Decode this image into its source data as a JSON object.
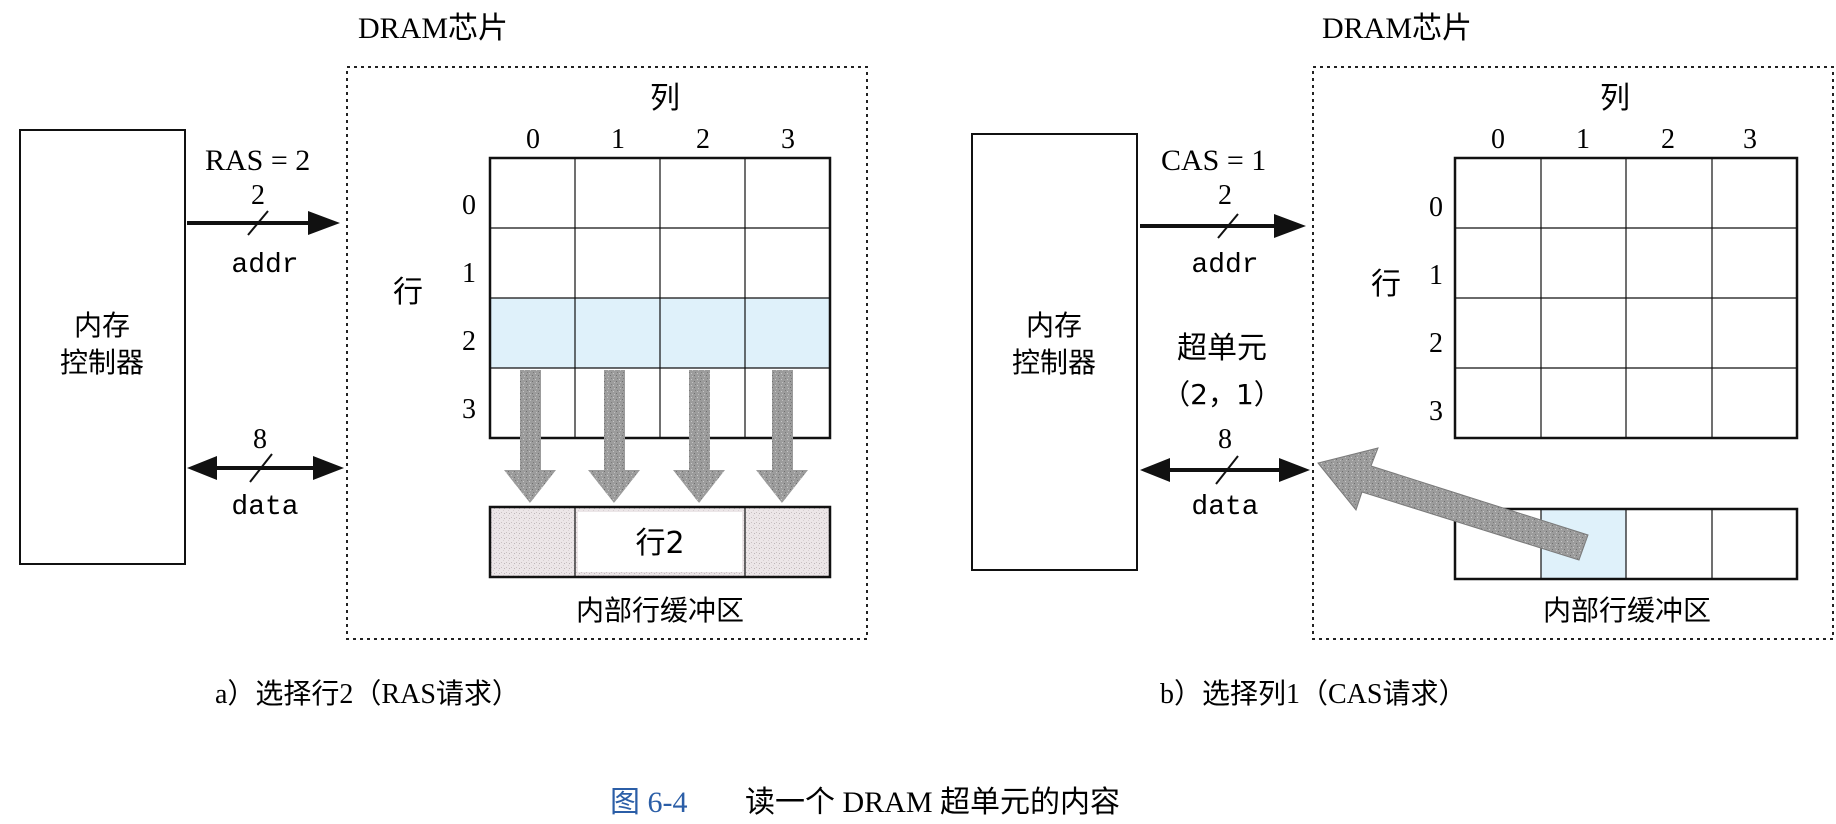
{
  "panel_a": {
    "chip_label": "DRAM芯片",
    "controller_label_line1": "内存",
    "controller_label_line2": "控制器",
    "addr_signal": "RAS = 2",
    "addr_width": "2",
    "addr_name": "addr",
    "data_width": "8",
    "data_name": "data",
    "col_axis_label": "列",
    "row_axis_label": "行",
    "col_indices": [
      "0",
      "1",
      "2",
      "3"
    ],
    "row_indices": [
      "0",
      "1",
      "2",
      "3"
    ],
    "selected_row_index": 2,
    "buffer_content": "行2",
    "buffer_label": "内部行缓冲区",
    "caption": "a）选择行2（RAS请求）"
  },
  "panel_b": {
    "chip_label": "DRAM芯片",
    "controller_label_line1": "内存",
    "controller_label_line2": "控制器",
    "addr_signal": "CAS = 1",
    "addr_width": "2",
    "addr_name": "addr",
    "data_width": "8",
    "data_name": "data",
    "supercell_label_line1": "超单元",
    "supercell_label_line2": "（2，1）",
    "col_axis_label": "列",
    "row_axis_label": "行",
    "col_indices": [
      "0",
      "1",
      "2",
      "3"
    ],
    "row_indices": [
      "0",
      "1",
      "2",
      "3"
    ],
    "selected_col_index": 1,
    "buffer_label": "内部行缓冲区",
    "caption": "b）选择列1（CAS请求）"
  },
  "figure_caption": {
    "number": "图 6-4",
    "title": "读一个 DRAM 超单元的内容"
  },
  "colors": {
    "highlight": "#dff1fa",
    "caption_number": "#2b5ea7",
    "arrow_fill": "#9a9a9a",
    "buffer_fill": "#ece6e8"
  }
}
